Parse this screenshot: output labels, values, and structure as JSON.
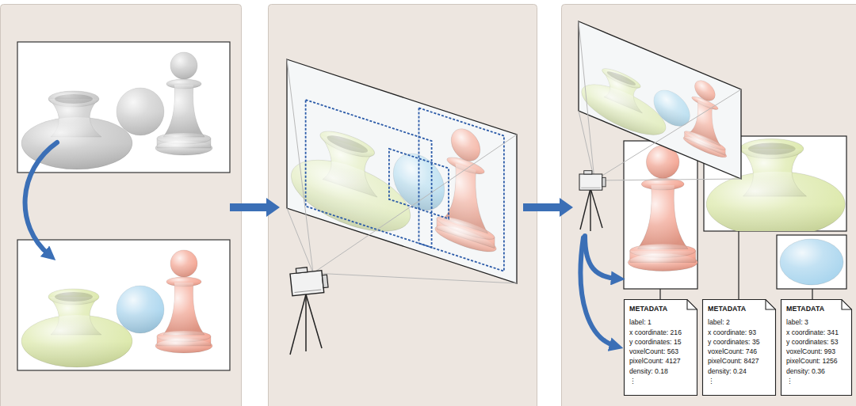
{
  "diagram": {
    "nodes": [
      {
        "text": [
          "METADATA",
          "label: 1",
          "x coordinate: 216",
          "y coordinates: 15",
          "voxelCount: 563",
          "pixelCount: 4127",
          "density: 0.18",
          "⋮"
        ]
      },
      {
        "text": [
          "METADATA",
          "label: 2",
          "x coordinate: 93",
          "y coordinates: 35",
          "voxelCount: 746",
          "pixelCount: 8427",
          "density: 0.24",
          "⋮"
        ]
      },
      {
        "text": [
          "METADATA",
          "label: 3",
          "x coordinate: 341",
          "y coordinates: 53",
          "voxelCount: 993",
          "pixelCount: 1256",
          "density: 0.36",
          "⋮"
        ]
      }
    ]
  }
}
